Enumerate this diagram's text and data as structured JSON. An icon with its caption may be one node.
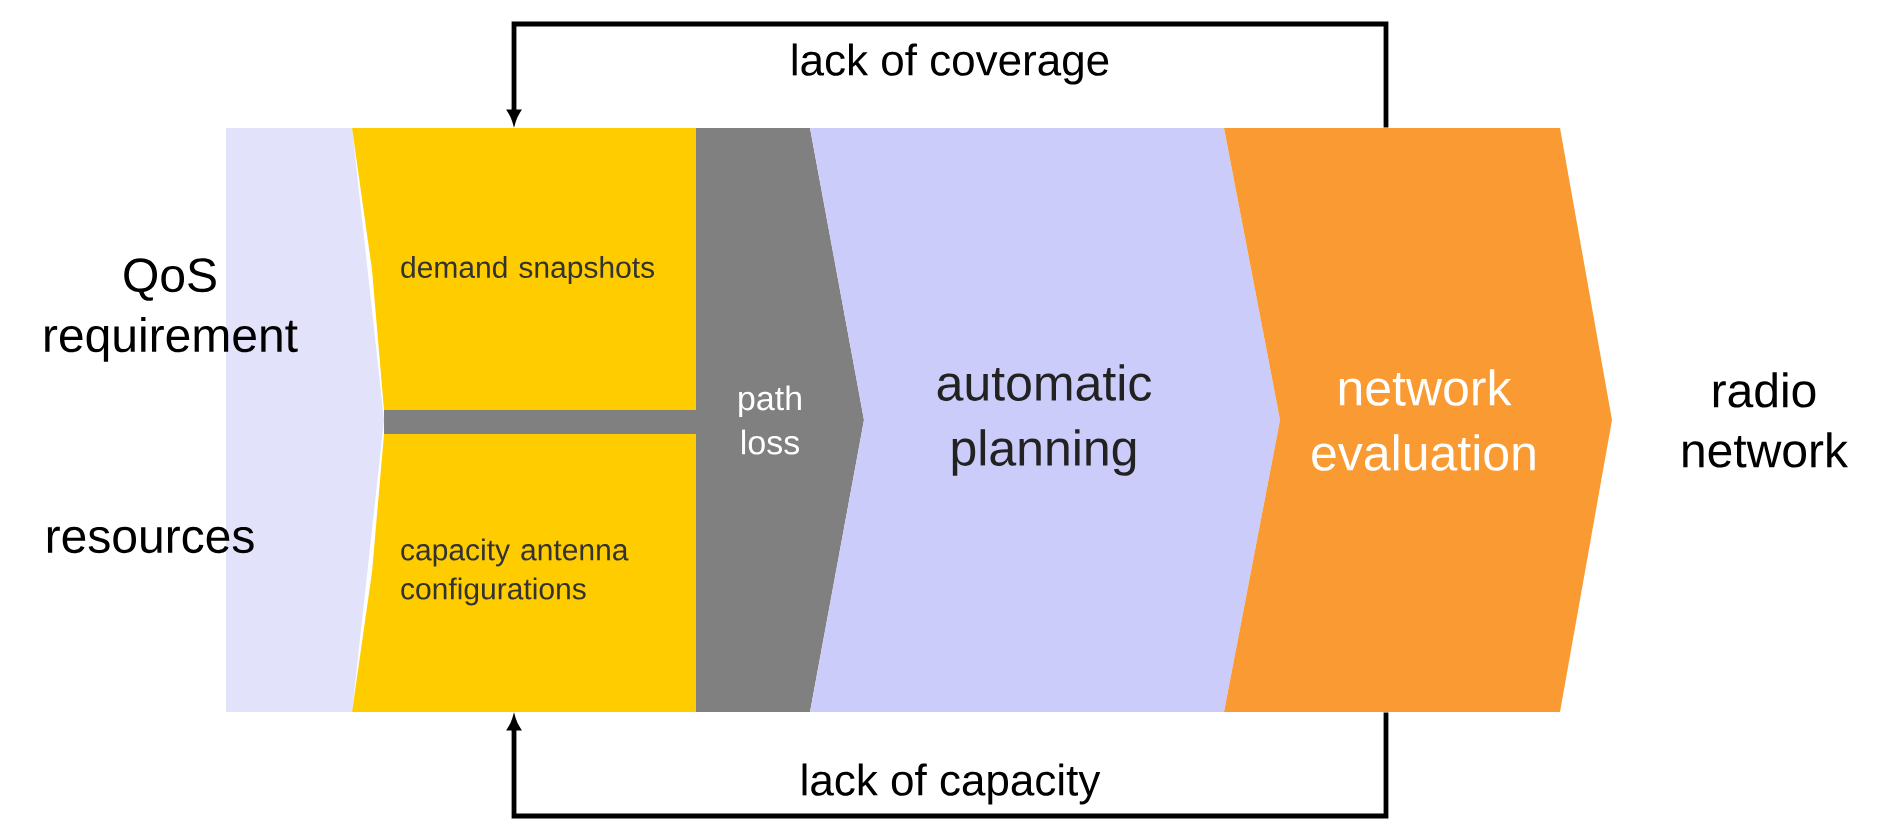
{
  "diagram": {
    "nodes": [
      {
        "text": [
          "demand snapshots"
        ]
      },
      {
        "text": [
          "capacity antenna configurations"
        ]
      },
      {
        "text": [
          "path loss"
        ]
      },
      {
        "text": [
          "automatic planning"
        ]
      },
      {
        "text": [
          "network evaluation"
        ]
      }
    ],
    "edges": [
      {
        "from": 4,
        "to": 0,
        "arrow": "to",
        "label": "lack of coverage"
      },
      {
        "from": 4,
        "to": 1,
        "arrow": "to",
        "label": "lack of capacity"
      }
    ],
    "labels": [
      "QoS requirement",
      "resources",
      "radio network"
    ]
  }
}
